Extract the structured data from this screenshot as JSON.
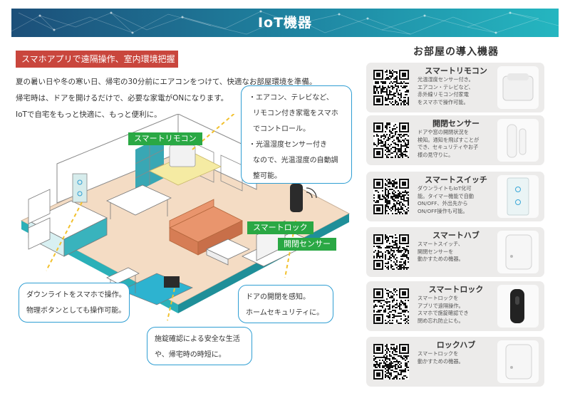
{
  "header": {
    "title": "IoT機器"
  },
  "lead": {
    "badge": "スマホアプリで遠隔操作、室内環境把握",
    "lines": [
      "夏の暑い日や冬の寒い日、帰宅の30分前にエアコンをつけて、快適なお部屋環境を準備。",
      "帰宅時は、ドアを開けるだけで、必要な家電がONになります。",
      "IoTで自宅をもっと快適に、もっと便利に。"
    ]
  },
  "labels": {
    "remote": "スマートリモコン",
    "lock": "スマートロック",
    "sensor": "開閉センサー"
  },
  "callouts": {
    "top": [
      "・エアコン、テレビなど、",
      "リモコン付き家電をスマホ",
      "でコントロール。",
      "・光温湿度センサー付き",
      "なので、光温湿度の自動調",
      "整可能。"
    ],
    "downlight": [
      "ダウンライトをスマホで操作。",
      "物理ボタンとしても操作可能。"
    ],
    "door": [
      "ドアの開閉を感知。",
      "ホームセキュリティに。"
    ],
    "lock": [
      "施錠確認による安全な生活",
      "や、帰宅時の時短に。"
    ]
  },
  "devices": {
    "title": "お部屋の導入機器",
    "items": [
      {
        "name": "スマートリモコン",
        "desc": [
          "光温湿度センサー付き。",
          "エアコン・テレビなど、",
          "赤外線リモコン付家電",
          "をスマホで操作可能。"
        ],
        "icon": "smart-remote-device-icon"
      },
      {
        "name": "開閉センサー",
        "desc": [
          "ドアや窓の開閉状況を",
          "検知。通知を飛ばすことが",
          "でき、セキュリティやお子",
          "様の見守りに。"
        ],
        "icon": "door-sensor-device-icon"
      },
      {
        "name": "スマートスイッチ",
        "desc": [
          "ダウンライトもIoT化可",
          "能。タイマー機能で自動",
          "ON/OFF、外出先から",
          "ON/OFF操作も可能。"
        ],
        "icon": "smart-switch-device-icon"
      },
      {
        "name": "スマートハブ",
        "desc": [
          "スマートスイッチ、",
          "開閉センサーを",
          "動かすための機器。"
        ],
        "icon": "smart-hub-device-icon"
      },
      {
        "name": "スマートロック",
        "desc": [
          "スマートロックを",
          "アプリで遠隔操作。",
          "スマホで施錠確認でき",
          "閉め忘れ防止にも。"
        ],
        "icon": "smart-lock-device-icon"
      },
      {
        "name": "ロックハブ",
        "desc": [
          "スマートロックを",
          "動かすための機器。"
        ],
        "icon": "lock-hub-device-icon"
      }
    ]
  },
  "colors": {
    "accent_red": "#c9463d",
    "label_green": "#2aa844",
    "callout_blue": "#2f9ed3",
    "header_start": "#1c4f79",
    "header_end": "#25b6c0"
  }
}
